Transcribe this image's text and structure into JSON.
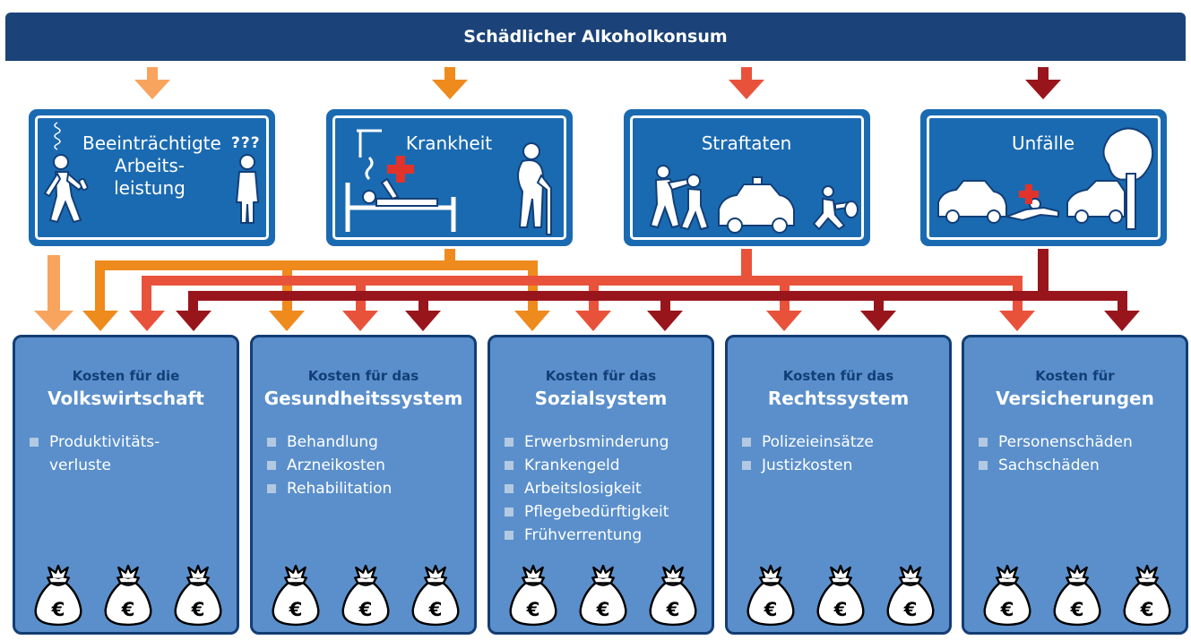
{
  "title": "Schädlicher Alkoholkonsum",
  "causes": [
    {
      "label": "Beeinträchtigte Arbeits- leistung",
      "line1": "Beeinträchtigte",
      "line2": "Arbeits-",
      "line3": "leistung",
      "question": "???",
      "color": "#f8a45e"
    },
    {
      "label": "Krankheit",
      "color": "#ef8a1d"
    },
    {
      "label": "Straftaten",
      "color": "#e8523b"
    },
    {
      "label": "Unfälle",
      "color": "#99151c"
    }
  ],
  "costs": [
    {
      "sub": "Kosten für die",
      "main": "Volkswirtschaft",
      "items": [
        "Produktivitäts-",
        "verluste"
      ]
    },
    {
      "sub": "Kosten für das",
      "main": "Gesundheitssystem",
      "items": [
        "Behandlung",
        "Arzneikosten",
        "Rehabilitation"
      ]
    },
    {
      "sub": "Kosten für das",
      "main": "Sozialsystem",
      "items": [
        "Erwerbsminderung",
        "Krankengeld",
        "Arbeitslosigkeit",
        "Pflegebedürftigkeit",
        "Frühverrentung"
      ]
    },
    {
      "sub": "Kosten für das",
      "main": "Rechtssystem",
      "items": [
        "Polizeieinsätze",
        "Justizkosten"
      ]
    },
    {
      "sub": "Kosten für",
      "main": "Versicherungen",
      "items": [
        "Personenschäden",
        "Sachschäden"
      ]
    }
  ],
  "currency_symbol": "€",
  "icons": [
    "steam-icon",
    "walking-person-icon",
    "standing-person-icon",
    "hospital-bed-icon",
    "red-cross-icon",
    "elderly-person-icon",
    "fight-icon",
    "police-car-icon",
    "thief-icon",
    "car-crash-icon",
    "tree-icon",
    "money-bag-icon"
  ]
}
